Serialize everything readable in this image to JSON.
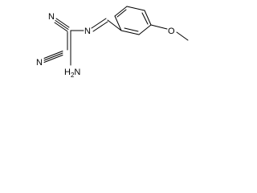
{
  "molecule": {
    "atom_labels": {
      "n_nitrile_top": "N",
      "n_nitrile_bottom": "N",
      "n_imine": "N",
      "amine_h": "H",
      "amine_subscript": "2",
      "amine_n": "N",
      "oxygen": "O"
    }
  }
}
